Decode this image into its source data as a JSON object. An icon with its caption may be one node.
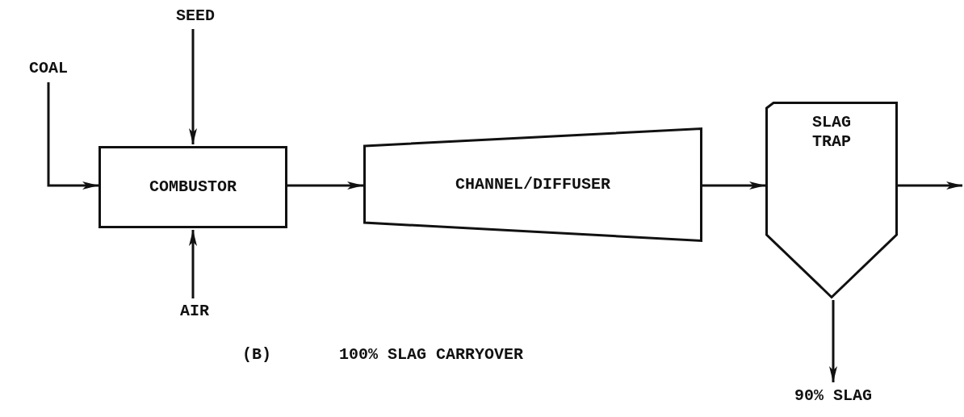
{
  "diagram": {
    "nodes": [
      {
        "text": [
          "COAL"
        ]
      },
      {
        "text": [
          "SEED"
        ]
      },
      {
        "text": [
          "COMBUSTOR"
        ]
      },
      {
        "text": [
          "AIR"
        ]
      },
      {
        "text": [
          "CHANNEL/DIFFUSER"
        ]
      },
      {
        "text": [
          "SLAG TRAP"
        ]
      },
      {
        "text": [
          "90% SLAG"
        ]
      }
    ],
    "edges": [
      {
        "from": 0,
        "to": 2,
        "arrow": "to"
      },
      {
        "from": 1,
        "to": 2,
        "arrow": "to"
      },
      {
        "from": 3,
        "to": 2,
        "arrow": "to"
      },
      {
        "from": 2,
        "to": 4,
        "arrow": "to"
      },
      {
        "from": 4,
        "to": 5,
        "arrow": "to"
      },
      {
        "from": 5,
        "to": null,
        "arrow": "to"
      },
      {
        "from": 5,
        "to": 6,
        "arrow": "to"
      }
    ],
    "labels": [
      "(B)",
      "100% SLAG CARRYOVER"
    ]
  }
}
